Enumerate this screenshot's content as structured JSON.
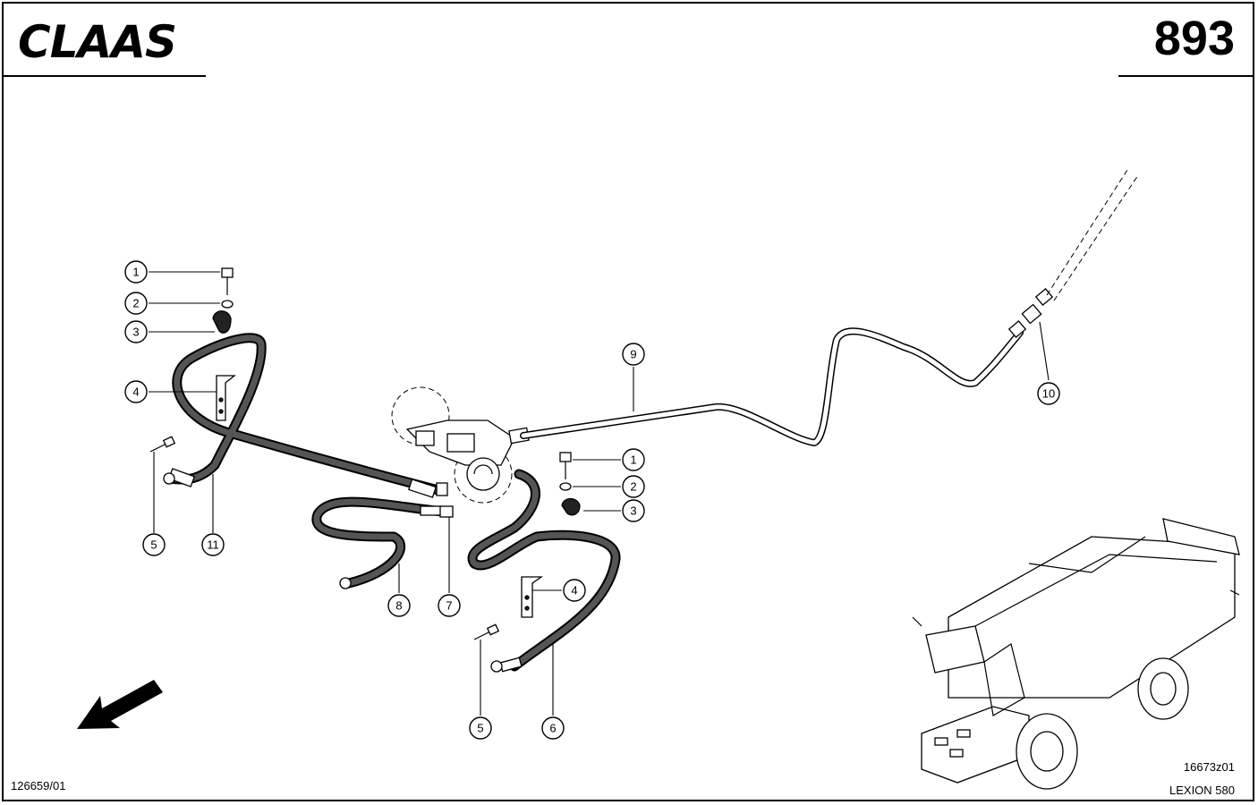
{
  "header": {
    "brand": "CLAAS",
    "page_number": "893"
  },
  "callouts": [
    {
      "id": "c1a",
      "label": "1"
    },
    {
      "id": "c2a",
      "label": "2"
    },
    {
      "id": "c3a",
      "label": "3"
    },
    {
      "id": "c4a",
      "label": "4"
    },
    {
      "id": "c5a",
      "label": "5"
    },
    {
      "id": "c11",
      "label": "11"
    },
    {
      "id": "c8",
      "label": "8"
    },
    {
      "id": "c7",
      "label": "7"
    },
    {
      "id": "c9",
      "label": "9"
    },
    {
      "id": "c1b",
      "label": "1"
    },
    {
      "id": "c2b",
      "label": "2"
    },
    {
      "id": "c3b",
      "label": "3"
    },
    {
      "id": "c4b",
      "label": "4"
    },
    {
      "id": "c5b",
      "label": "5"
    },
    {
      "id": "c6",
      "label": "6"
    },
    {
      "id": "c10",
      "label": "10"
    }
  ],
  "footer": {
    "drawing_number": "126659/01",
    "reference_code": "16673z01",
    "model": "LEXION 580"
  }
}
